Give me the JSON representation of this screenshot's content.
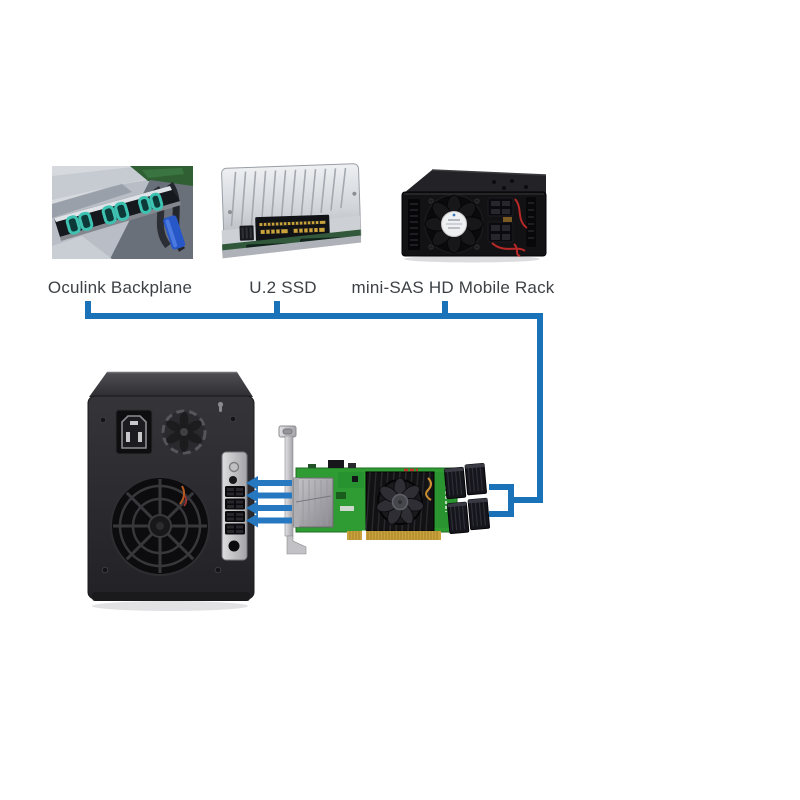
{
  "products": [
    {
      "label": "Oculink Backplane",
      "alt": "Oculink backplane inside a server chassis"
    },
    {
      "label": "U.2 SSD",
      "alt": "U.2 solid state drive"
    },
    {
      "label": "mini-SAS HD Mobile Rack",
      "alt": "mini-SAS HD mobile rack with cooling fan"
    }
  ],
  "devices": {
    "enclosure_alt": "Drive enclosure rear view with power inlet, fan grille and 4-port mini-SAS bracket",
    "card_alt": "PCIe adapter card with heatsink fan, external connector and four internal mini-SAS HD ports"
  },
  "connections": {
    "arrow_count": "4"
  },
  "colors": {
    "connector_line": "#1a73b8",
    "arrow": "#2678c0",
    "label_text": "#3d4145",
    "pcb_green": "#2e9c33",
    "pcie_gold": "#c9a23c",
    "background": "#ffffff"
  }
}
